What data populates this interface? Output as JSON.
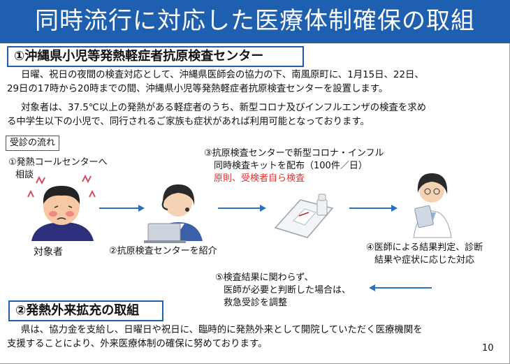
{
  "title": "同時流行に対応した医療体制確保の取組",
  "section1": {
    "heading": "①沖縄県小児等発熱軽症者抗原検査センター",
    "para1_line1": "日曜、祝日の夜間の検査対応として、沖縄県医師会の協力の下、南風原町に、1月15日、22日、",
    "para1_line2": "29日の17時から20時までの間、沖縄県小児等発熱軽症者抗原検査センターを設置します。",
    "para2_line1": "対象者は、37.5℃以上の発熱がある軽症者のうち、新型コロナ及びインフルエンザの検査を求め",
    "para2_line2": "る中学生以下の小児で、同行されるご家族も症状があれば利用可能となっております。"
  },
  "flow": {
    "label": "受診の流れ",
    "step1_line1": "①発熱コールセンターへ",
    "step1_line2": "相談",
    "target_caption": "対象者",
    "step2": "②抗原検査センターを紹介",
    "step3_line1": "③抗原検査センターで新型コロナ・インフル",
    "step3_line2": "同時検査キットを配布（100件／日）",
    "step3_note": "原則、受検者自ら検査",
    "step4_line1": "④医師による結果判定、診断",
    "step4_line2": "結果や症状に応じた対応",
    "step5_line1": "⑤検査結果に関わらず、",
    "step5_line2": "医師が必要と判断した場合は、",
    "step5_line3": "救急受診を調整"
  },
  "section2": {
    "heading": "②発熱外来拡充の取組",
    "para_line1": "県は、協力金を支給し、日曜日や祝日に、臨時的に発熱外来として開院していただく医療機関を",
    "para_line2": "支援することにより、外来医療体制の確保に努めております。"
  },
  "page_number": "10",
  "colors": {
    "title_bar": "#1f5fb0",
    "arrow": "#2a6fc0",
    "note_red": "#e03030"
  }
}
